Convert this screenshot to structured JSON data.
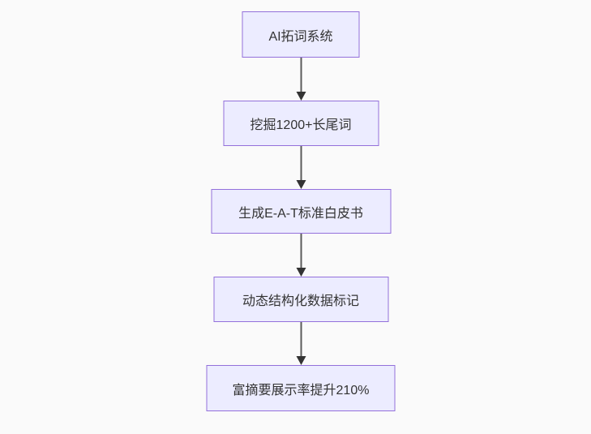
{
  "flowchart": {
    "type": "flowchart",
    "direction": "top-down",
    "nodes": [
      {
        "id": "A",
        "label": "AI拓词系统"
      },
      {
        "id": "B",
        "label": "挖掘1200+长尾词"
      },
      {
        "id": "C",
        "label": "生成E-A-T标准白皮书"
      },
      {
        "id": "D",
        "label": "动态结构化数据标记"
      },
      {
        "id": "E",
        "label": "富摘要展示率提升210%"
      }
    ],
    "edges": [
      {
        "from": "A",
        "to": "B"
      },
      {
        "from": "B",
        "to": "C"
      },
      {
        "from": "C",
        "to": "D"
      },
      {
        "from": "D",
        "to": "E"
      }
    ],
    "colors": {
      "background": "#fafafa",
      "node_fill": "#ececff",
      "node_border": "#9370db",
      "node_text": "#333333",
      "arrow_line": "#5a5a5a",
      "arrow_head": "#333333"
    }
  }
}
